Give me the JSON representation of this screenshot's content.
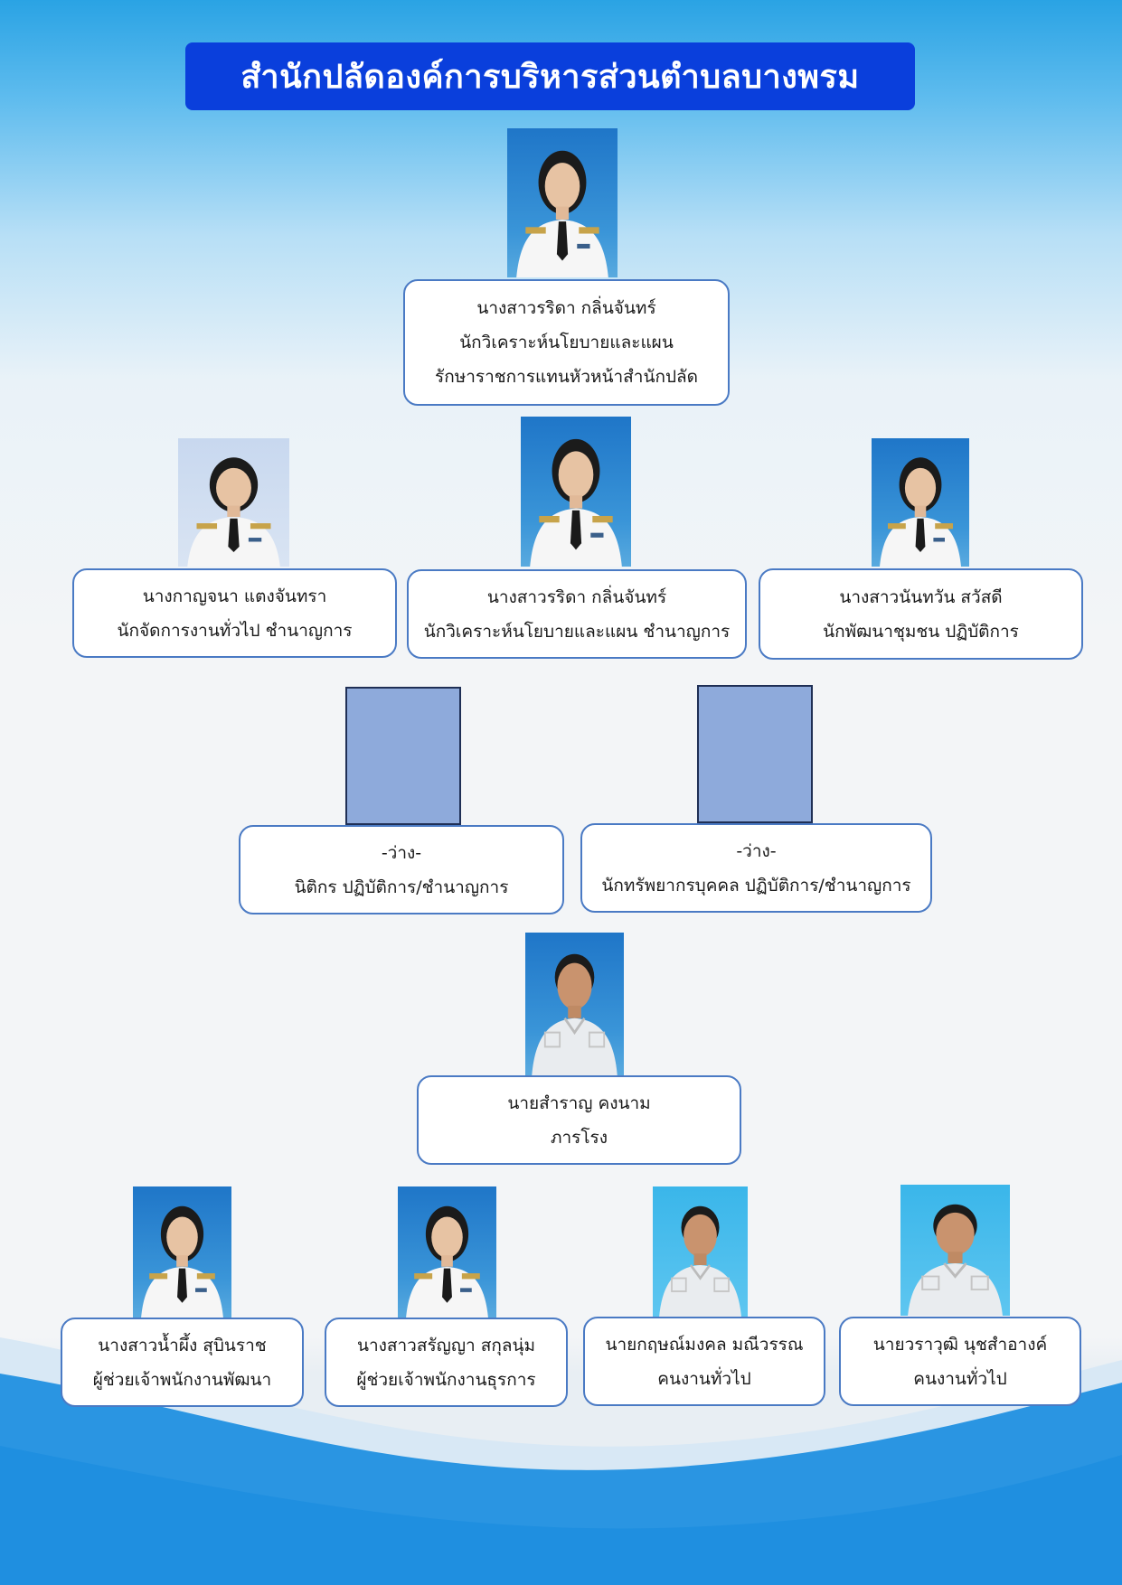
{
  "title": "สำนักปลัดองค์การบริหารส่วนตำบลบางพรม",
  "colors": {
    "title_background": "#0a3fdc",
    "card_border": "#4a7ac4",
    "placeholder_fill": "#8eaadb",
    "background_top": "#2aa3e4",
    "wave": "#1f8fe0"
  },
  "head": {
    "photo_icon": "person-photo",
    "name": "นางสาวรริดา  กลิ่นจันทร์",
    "position": "นักวิเคราะห์นโยบายและแผน",
    "role": "รักษาราชการแทนหัวหน้าสำนักปลัด"
  },
  "row2": [
    {
      "photo_icon": "person-photo",
      "name": "นางกาญจนา  แตงจันทรา",
      "position": "นักจัดการงานทั่วไป ชำนาญการ"
    },
    {
      "photo_icon": "person-photo",
      "name": "นางสาวรริดา  กลิ่นจันทร์",
      "position": "นักวิเคราะห์นโยบายและแผน ชำนาญการ"
    },
    {
      "photo_icon": "person-photo",
      "name": "นางสาวนันทวัน  สวัสดี",
      "position": "นักพัฒนาชุมชน ปฏิบัติการ"
    }
  ],
  "vacant": [
    {
      "photo_icon": "empty-photo-box",
      "name": "-ว่าง-",
      "position": "นิติกร ปฏิบัติการ/ชำนาญการ"
    },
    {
      "photo_icon": "empty-photo-box",
      "name": "-ว่าง-",
      "position": "นักทรัพยากรบุคคล ปฏิบัติการ/ชำนาญการ"
    }
  ],
  "janitor": {
    "photo_icon": "person-photo",
    "name": "นายสำราญ  คงนาม",
    "position": "ภารโรง"
  },
  "bottom": [
    {
      "photo_icon": "person-photo",
      "name": "นางสาวน้ำผึ้ง  สุบินราช",
      "position": "ผู้ช่วยเจ้าพนักงานพัฒนา"
    },
    {
      "photo_icon": "person-photo",
      "name": "นางสาวสรัญญา  สกุลนุ่ม",
      "position": "ผู้ช่วยเจ้าพนักงานธุรการ"
    },
    {
      "photo_icon": "person-photo",
      "name": "นายกฤษณ์มงคล  มณีวรรณ",
      "position": "คนงานทั่วไป"
    },
    {
      "photo_icon": "person-photo",
      "name": "นายวราวุฒิ  นุชสำอางค์",
      "position": "คนงานทั่วไป"
    }
  ]
}
